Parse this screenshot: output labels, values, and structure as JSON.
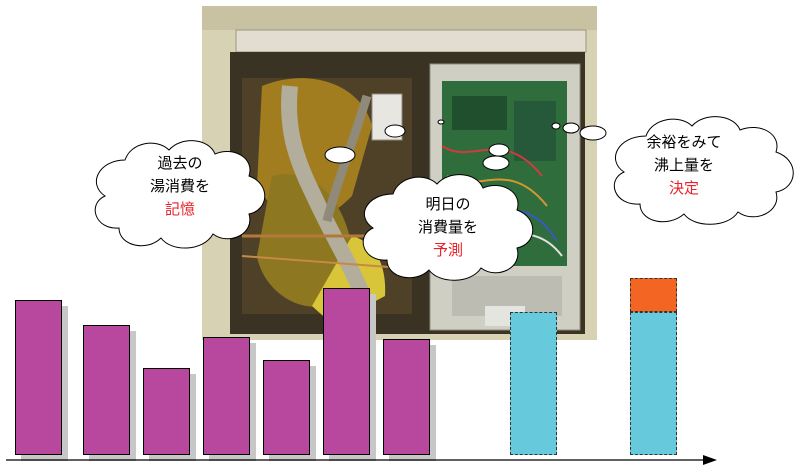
{
  "bubbles": {
    "past": {
      "line1": "過去の",
      "line2": "湯消費を",
      "line3": "記憶"
    },
    "tomorrow": {
      "line1": "明日の",
      "line2": "消費量を",
      "line3": "予測"
    },
    "margin": {
      "line1": "余裕をみて",
      "line2": "沸上量を",
      "line3": "決定"
    }
  },
  "colors": {
    "past_bar": "#b8479e",
    "predicted_bar": "#66c9dc",
    "margin_bar": "#f26522",
    "highlight_text": "#e8212a",
    "bar_shadow": "#c7c7c7"
  },
  "icons": {
    "photo": "heat-pump-unit-interior-photo",
    "axis": "arrow-right"
  },
  "chart_data": {
    "type": "bar",
    "past_values": [
      10,
      8.4,
      5.6,
      7.6,
      6.1,
      10.8,
      7.5
    ],
    "predicted_value": 9.2,
    "margin_value": 2.2
  }
}
